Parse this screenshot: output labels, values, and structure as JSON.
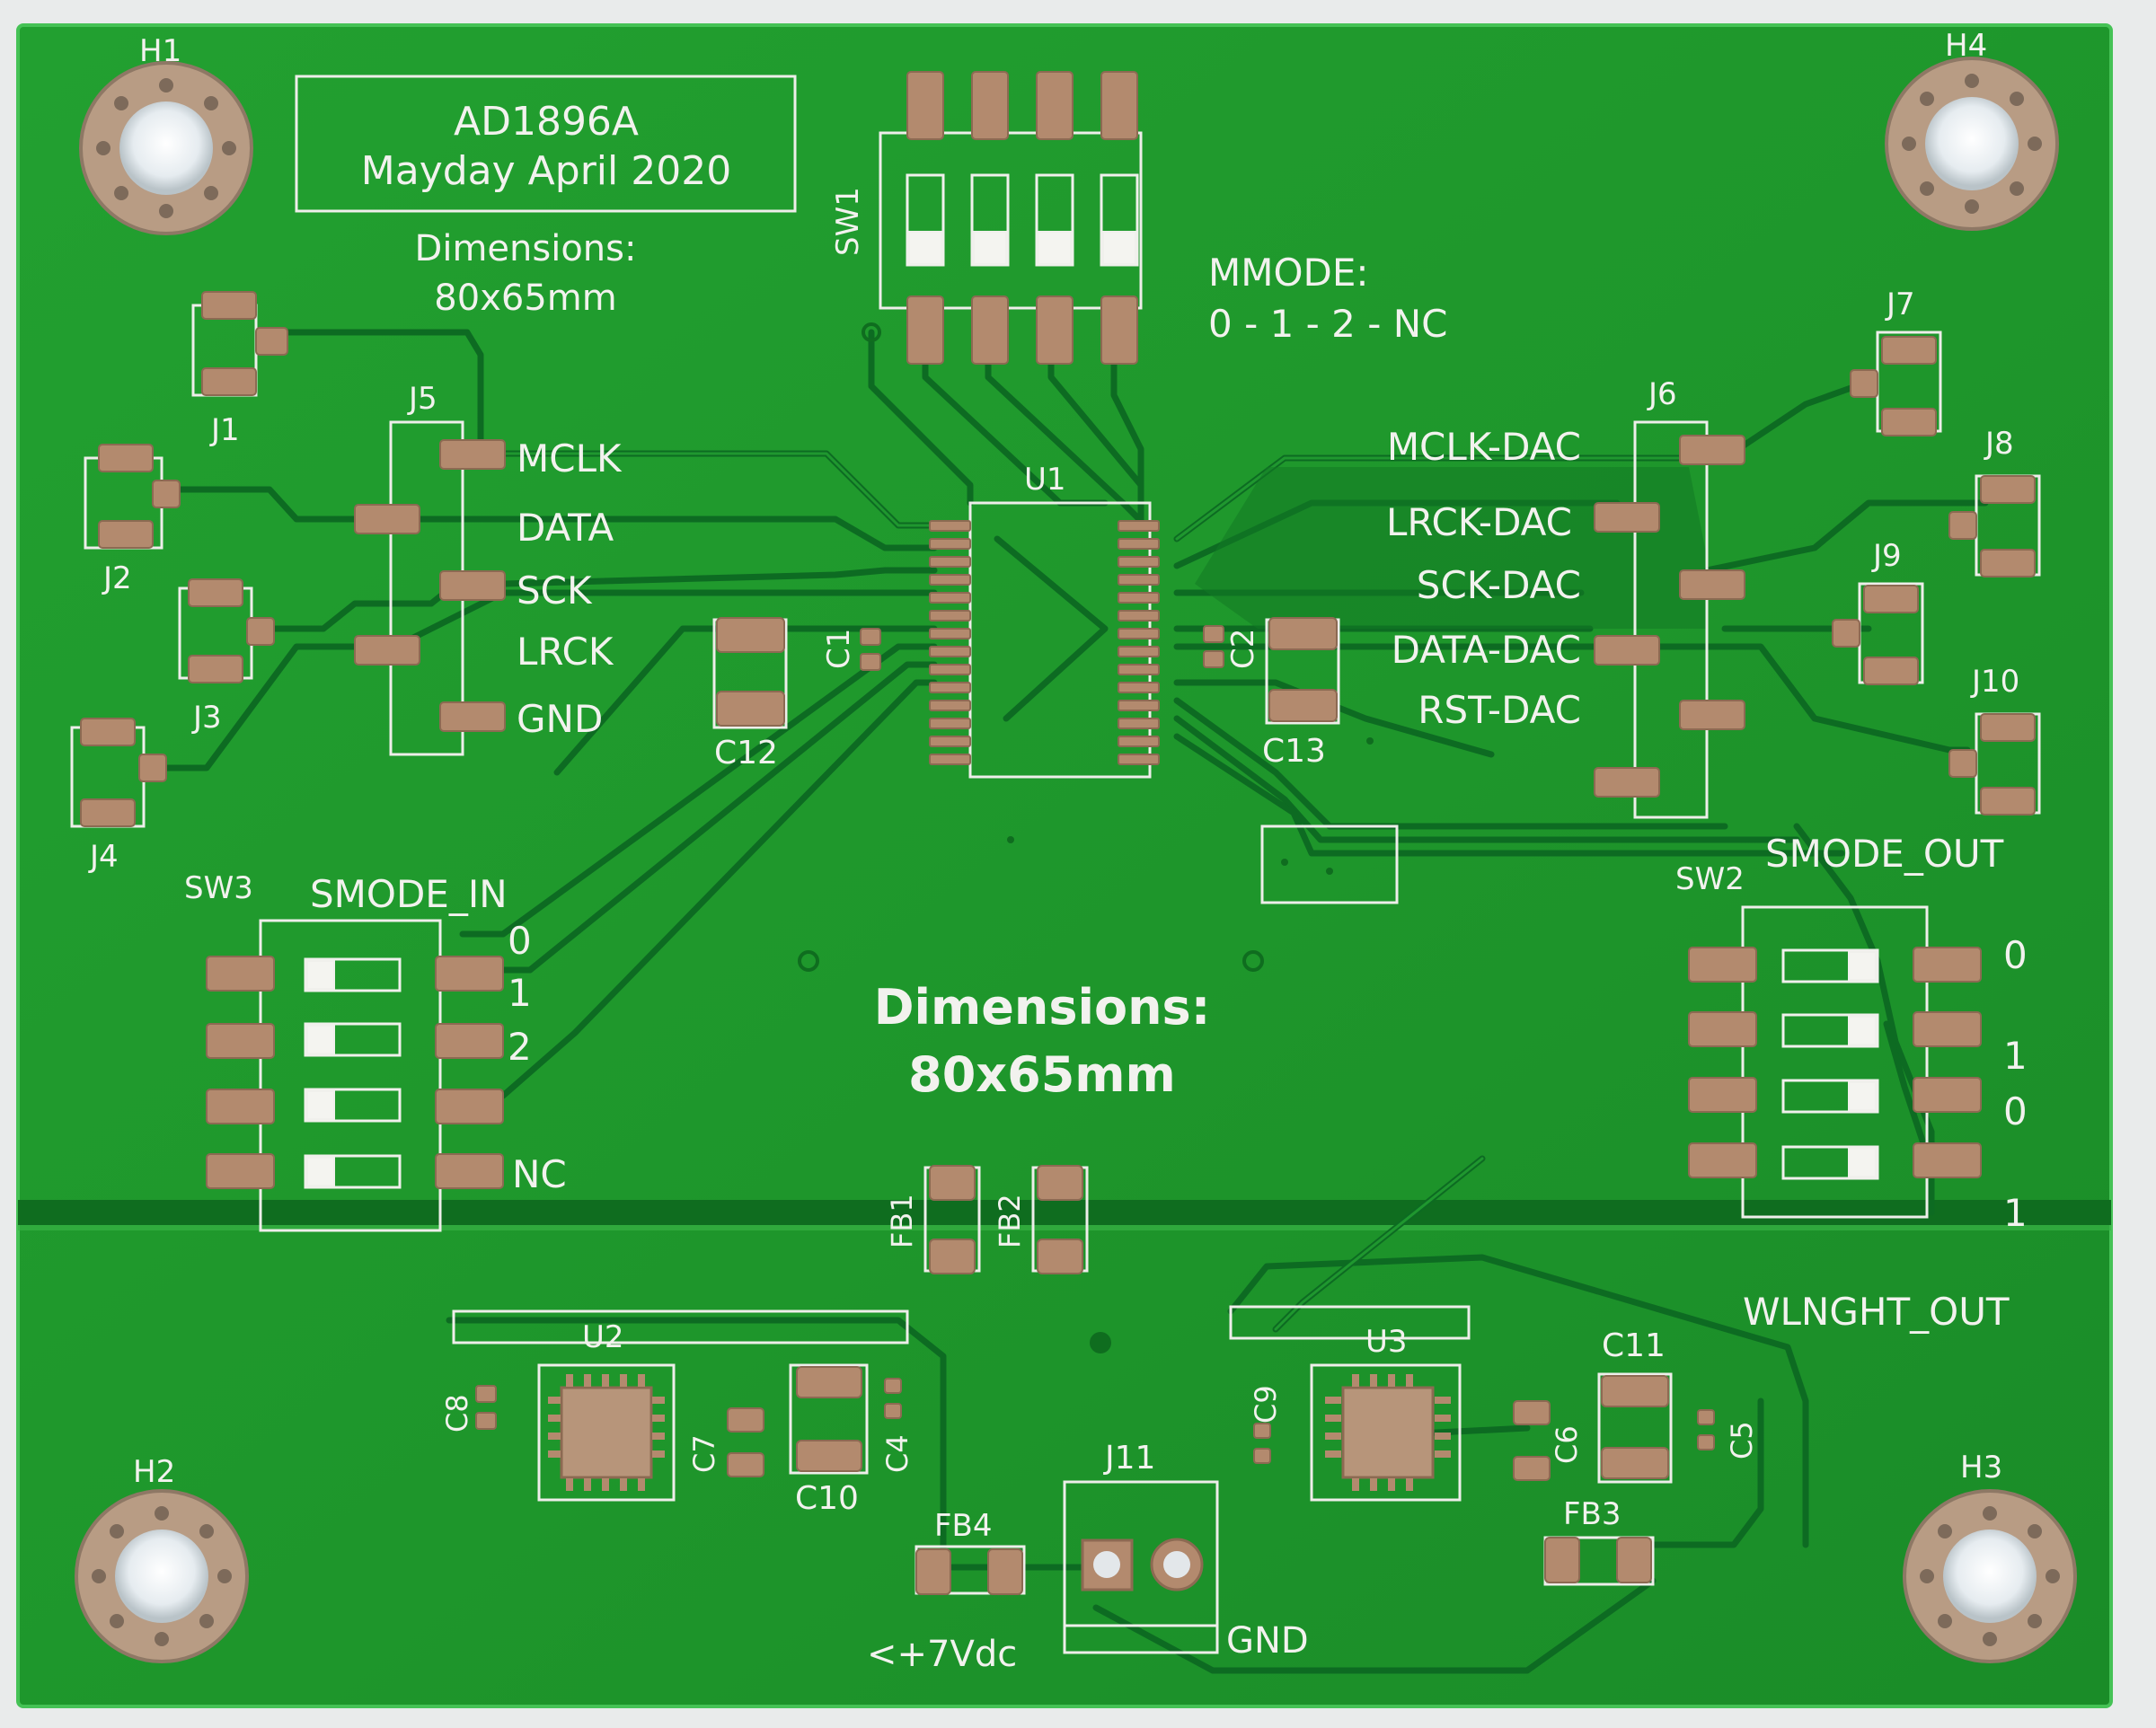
{
  "board": {
    "title": "AD1896A",
    "subtitle": "Mayday April 2020",
    "dimensions_label": "Dimensions:",
    "dimensions_value": "80x65mm",
    "colors": {
      "board": "#1f9a2c",
      "trace": "#0d6b22",
      "pad": "#b38a6e",
      "silk": "#f2f2ee",
      "background": "#e8eaea"
    }
  },
  "holes": {
    "h1": "H1",
    "h2": "H2",
    "h3": "H3",
    "h4": "H4"
  },
  "switches": {
    "sw1": {
      "ref": "SW1",
      "caption": "MMODE:",
      "values": "0 - 1 - 2 - NC"
    },
    "sw2": {
      "ref": "SW2",
      "caption": "SMODE_OUT",
      "states": [
        "0",
        "1",
        "0",
        "1"
      ]
    },
    "sw3": {
      "ref": "SW3",
      "caption": "SMODE_IN",
      "states": [
        "0",
        "1",
        "2",
        "NC"
      ]
    }
  },
  "connectors": {
    "j1": "J1",
    "j2": "J2",
    "j3": "J3",
    "j4": "J4",
    "j5": "J5",
    "j6": "J6",
    "j7": "J7",
    "j8": "J8",
    "j9": "J9",
    "j10": "J10",
    "j11": "J11",
    "j5_pins": [
      "MCLK",
      "DATA",
      "SCK",
      "LRCK",
      "GND"
    ],
    "j6_pins": [
      "MCLK-DAC",
      "LRCK-DAC",
      "SCK-DAC",
      "DATA-DAC",
      "RST-DAC"
    ],
    "power_plus": "<+7Vdc",
    "power_gnd": "GND"
  },
  "ics": {
    "u1": "U1",
    "u2": "U2",
    "u3": "U3"
  },
  "capacitors": {
    "c1": "C1",
    "c2": "C2",
    "c4": "C4",
    "c5": "C5",
    "c6": "C6",
    "c7": "C7",
    "c8": "C8",
    "c9": "C9",
    "c10": "C10",
    "c11": "C11",
    "c12": "C12",
    "c13": "C13"
  },
  "ferrites": {
    "fb1": "FB1",
    "fb2": "FB2",
    "fb3": "FB3",
    "fb4": "FB4"
  },
  "output_label": "WLNGHT_OUT"
}
